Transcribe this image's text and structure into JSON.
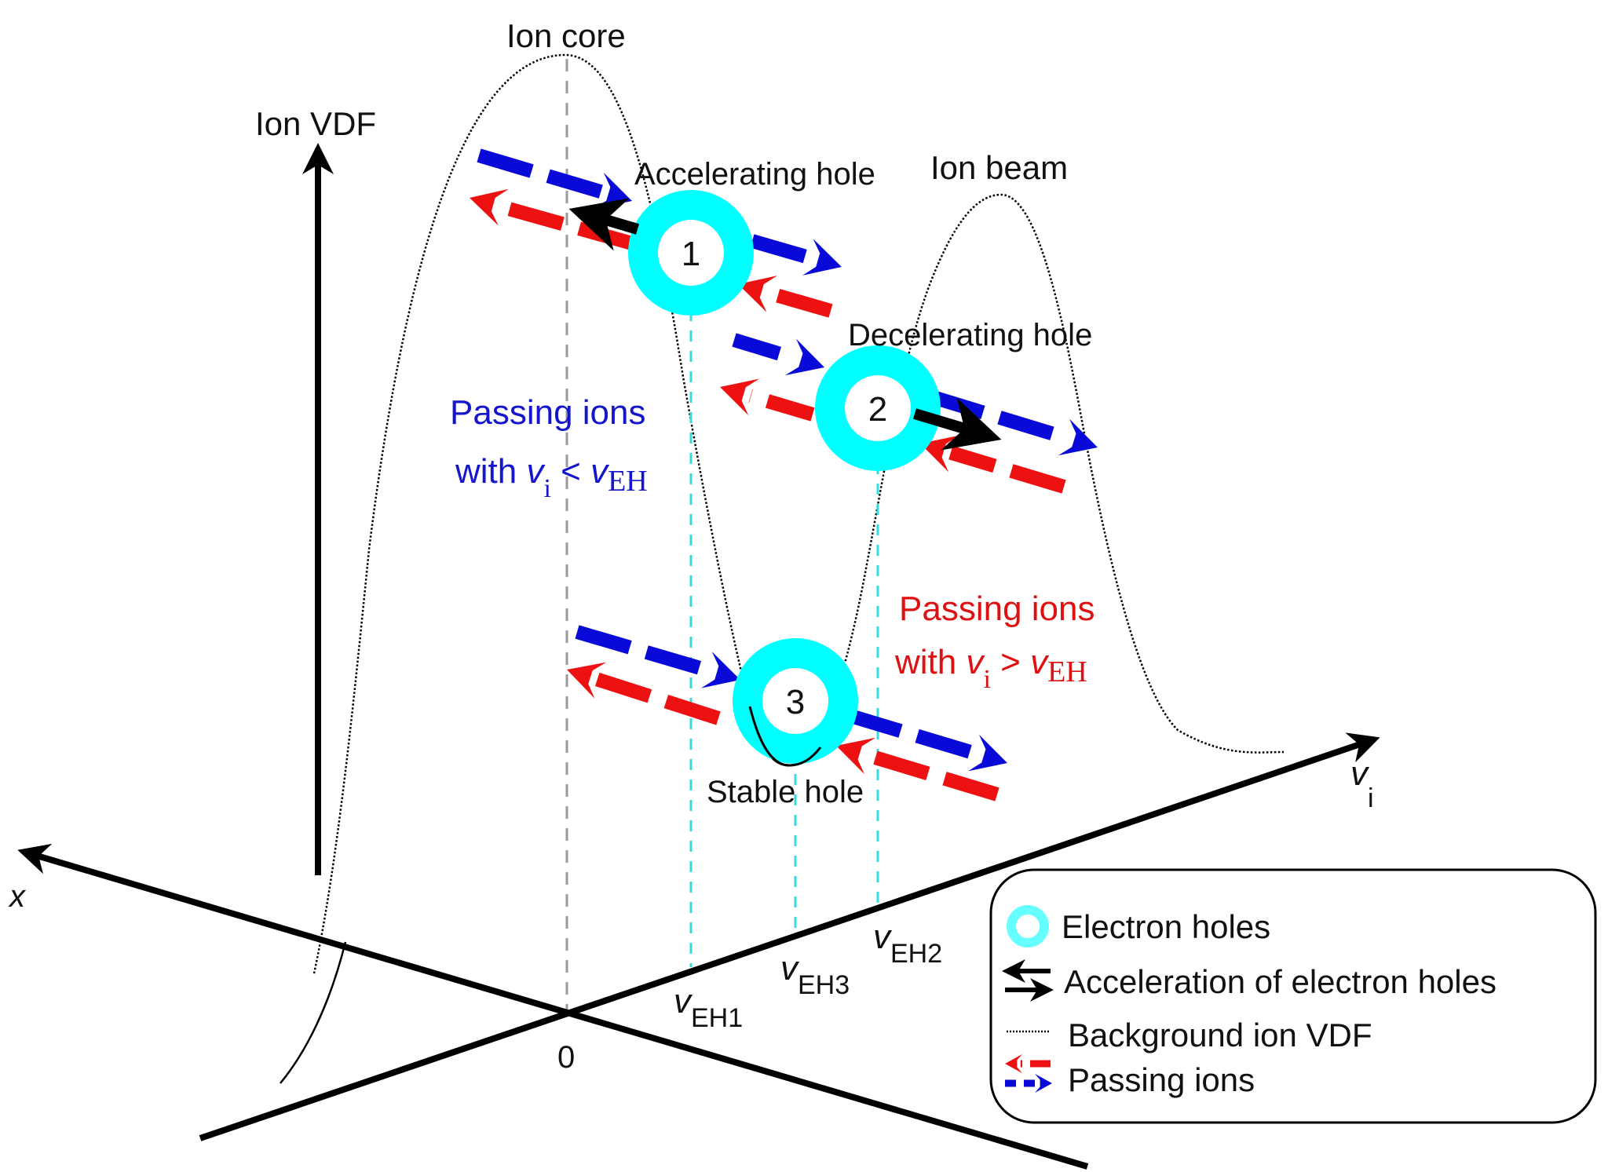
{
  "colors": {
    "hole": "#00ffff",
    "blue": "#0a0ad8",
    "red": "#ee1111",
    "black": "#000000",
    "gray": "#9a9a9a",
    "cyan_dash": "#33dddd",
    "blue_text": "#1515cc",
    "red_text": "#dd1111"
  },
  "axes": {
    "vertical_label": "Ion VDF",
    "x_label": "x",
    "v_label": "v",
    "v_sub": "i",
    "origin_label": "0"
  },
  "peaks": {
    "core_label": "Ion core",
    "beam_label": "Ion beam"
  },
  "holes": [
    {
      "number": "1",
      "label": "Accelerating hole",
      "tick_main": "v",
      "tick_sub": "EH1"
    },
    {
      "number": "2",
      "label": "Decelerating hole",
      "tick_main": "v",
      "tick_sub": "EH2"
    },
    {
      "number": "3",
      "label": "Stable hole",
      "tick_main": "v",
      "tick_sub": "EH3"
    }
  ],
  "annotations": {
    "slow": {
      "line1": "Passing ions",
      "with": "with ",
      "v": "v",
      "sub": "i",
      "op": " < ",
      "v2": "v",
      "sub2": "EH"
    },
    "fast": {
      "line1": "Passing ions",
      "with": "with ",
      "v": "v",
      "sub": "i",
      "op": " > ",
      "v2": "v",
      "sub2": "EH"
    }
  },
  "legend": {
    "items": [
      {
        "icon": "electron-hole-ring-icon",
        "label": "Electron holes"
      },
      {
        "icon": "double-arrow-black-icon",
        "label": "Acceleration of electron holes"
      },
      {
        "icon": "dotted-line-icon",
        "label": "Background ion VDF"
      },
      {
        "icon": "dashed-double-arrow-red-blue-icon",
        "label": "Passing ions"
      }
    ]
  }
}
